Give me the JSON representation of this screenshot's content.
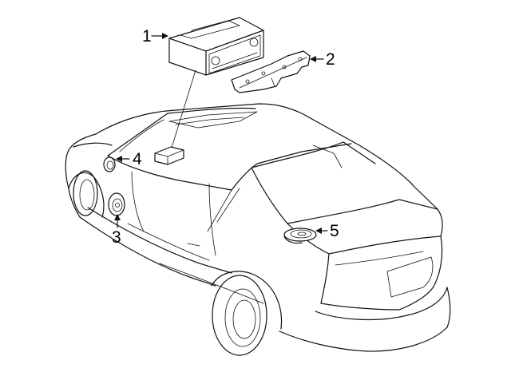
{
  "diagram": {
    "callouts": [
      {
        "id": "1",
        "label": "1"
      },
      {
        "id": "2",
        "label": "2"
      },
      {
        "id": "3",
        "label": "3"
      },
      {
        "id": "4",
        "label": "4"
      },
      {
        "id": "5",
        "label": "5"
      }
    ],
    "parts": [
      {
        "callout": "1",
        "icon": "radio-receiver"
      },
      {
        "callout": "2",
        "icon": "mounting-bracket"
      },
      {
        "callout": "3",
        "icon": "front-door-speaker"
      },
      {
        "callout": "4",
        "icon": "tweeter-speaker"
      },
      {
        "callout": "5",
        "icon": "rear-shelf-speaker"
      }
    ],
    "colors": {
      "line": "#111111",
      "background": "#ffffff"
    }
  }
}
